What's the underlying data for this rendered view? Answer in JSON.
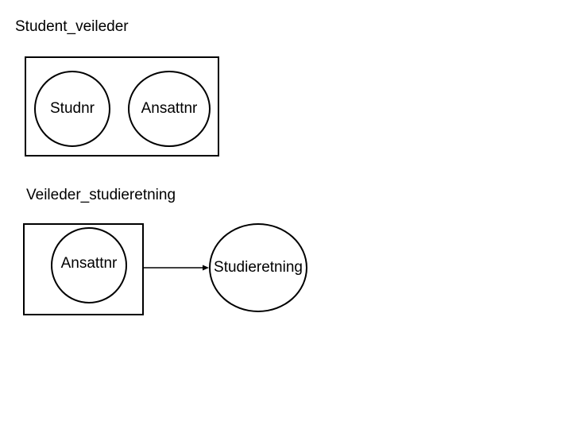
{
  "diagram": {
    "relations": [
      {
        "name": "Student_veileder",
        "attributes": [
          "Studnr",
          "Ansattnr"
        ]
      },
      {
        "name": "Veileder_studieretning",
        "determinant": "Ansattnr",
        "dependent": "Studieretning"
      }
    ],
    "colors": {
      "stroke": "#000000",
      "background": "#ffffff"
    }
  }
}
